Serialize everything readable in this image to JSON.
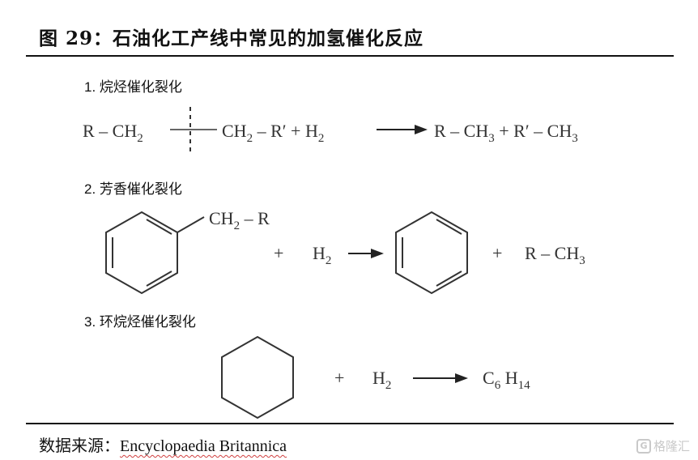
{
  "figure": {
    "title": "图 29：石油化工产线中常见的加氢催化反应"
  },
  "reactions": [
    {
      "label": "1.  烷烃催化裂化",
      "reactant_left": "R – CH",
      "reactant_left_sub": "2",
      "reactant_right": "CH",
      "reactant_right_sub": "2",
      "reactant_right_tail": " – R′ + H",
      "reactant_h2_sub": "2",
      "product_1": "R – CH",
      "product_1_sub": "3",
      "product_2": " + R′ – CH",
      "product_2_sub": "3"
    },
    {
      "label": "2.  芳香催化裂化",
      "substituent": "CH",
      "substituent_sub": "2",
      "substituent_tail": " – R",
      "plus_1": "+",
      "h2": "H",
      "h2_sub": "2",
      "plus_2": "+",
      "product": "R – CH",
      "product_sub": "3"
    },
    {
      "label": "3.  环烷烃催化裂化",
      "plus": "+",
      "h2": "H",
      "h2_sub": "2",
      "product_c": "C",
      "product_c_sub": "6",
      "product_h": " H",
      "product_h_sub": "14"
    }
  ],
  "source": {
    "label": "数据来源：",
    "value": "Encyclopaedia Britannica"
  },
  "watermark": {
    "logo": "G",
    "text": "格隆汇"
  }
}
